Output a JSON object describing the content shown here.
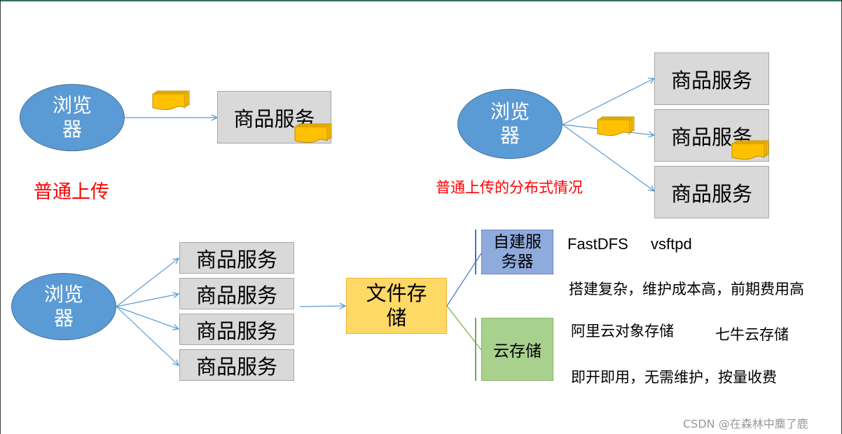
{
  "colors": {
    "ellipse_fill": "#5b9bd5",
    "service_fill": "#d9d9d9",
    "storage_fill": "#ffd966",
    "self_hosted_fill": "#8faadc",
    "cloud_fill": "#a9d18e",
    "arrow": "#5b9bd5",
    "red_text": "#ff0000",
    "file_icon": "#ffc000"
  },
  "icons": [
    "file-stack-icon"
  ],
  "panel1": {
    "browser": [
      "浏览",
      "器"
    ],
    "service": "商品服务",
    "caption": "普通上传"
  },
  "panel2": {
    "browser": [
      "浏览",
      "器"
    ],
    "services": [
      "商品服务",
      "商品服务",
      "商品服务"
    ],
    "caption": "普通上传的分布式情况"
  },
  "panel3": {
    "browser": [
      "浏览",
      "器"
    ],
    "services": [
      "商品服务",
      "商品服务",
      "商品服务",
      "商品服务"
    ],
    "storage": [
      "文件存",
      "储"
    ],
    "self_hosted": [
      "自建服",
      "务器"
    ],
    "self_hosted_tools": [
      "FastDFS",
      "vsftpd"
    ],
    "self_hosted_note": "搭建复杂，维护成本高，前期费用高",
    "cloud": "云存储",
    "cloud_vendors": [
      "阿里云对象存储",
      "七牛云存储"
    ],
    "cloud_note": "即开即用，无需维护，按量收费"
  },
  "watermark": "CSDN @在森林中麋了鹿"
}
